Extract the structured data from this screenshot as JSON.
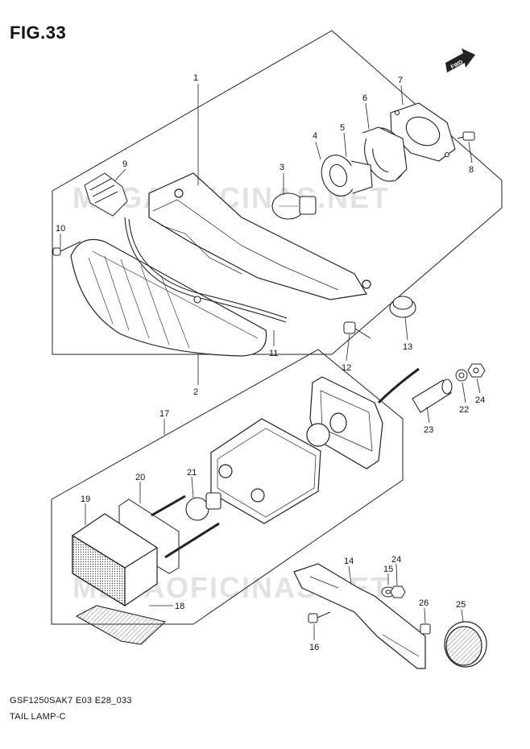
{
  "figure": {
    "title": "FIG.33",
    "model_code": "GSF1250SAK7 E03 E28_033",
    "assembly_name": "TAIL LAMP-C",
    "direction_marker": "FWD",
    "watermark": "MEGAOFICINAS.NET"
  },
  "callouts": [
    {
      "id": "c1",
      "label": "1"
    },
    {
      "id": "c2",
      "label": "2"
    },
    {
      "id": "c3",
      "label": "3"
    },
    {
      "id": "c4",
      "label": "4"
    },
    {
      "id": "c5",
      "label": "5"
    },
    {
      "id": "c6",
      "label": "6"
    },
    {
      "id": "c7",
      "label": "7"
    },
    {
      "id": "c8",
      "label": "8"
    },
    {
      "id": "c9",
      "label": "9"
    },
    {
      "id": "c10",
      "label": "10"
    },
    {
      "id": "c11",
      "label": "11"
    },
    {
      "id": "c12",
      "label": "12"
    },
    {
      "id": "c13",
      "label": "13"
    },
    {
      "id": "c14",
      "label": "14"
    },
    {
      "id": "c15",
      "label": "15"
    },
    {
      "id": "c16",
      "label": "16"
    },
    {
      "id": "c17",
      "label": "17"
    },
    {
      "id": "c18",
      "label": "18"
    },
    {
      "id": "c19",
      "label": "19"
    },
    {
      "id": "c20",
      "label": "20"
    },
    {
      "id": "c21",
      "label": "21"
    },
    {
      "id": "c22",
      "label": "22"
    },
    {
      "id": "c23",
      "label": "23"
    },
    {
      "id": "c24a",
      "label": "24"
    },
    {
      "id": "c24b",
      "label": "24"
    },
    {
      "id": "c25",
      "label": "25"
    },
    {
      "id": "c26",
      "label": "26"
    }
  ]
}
